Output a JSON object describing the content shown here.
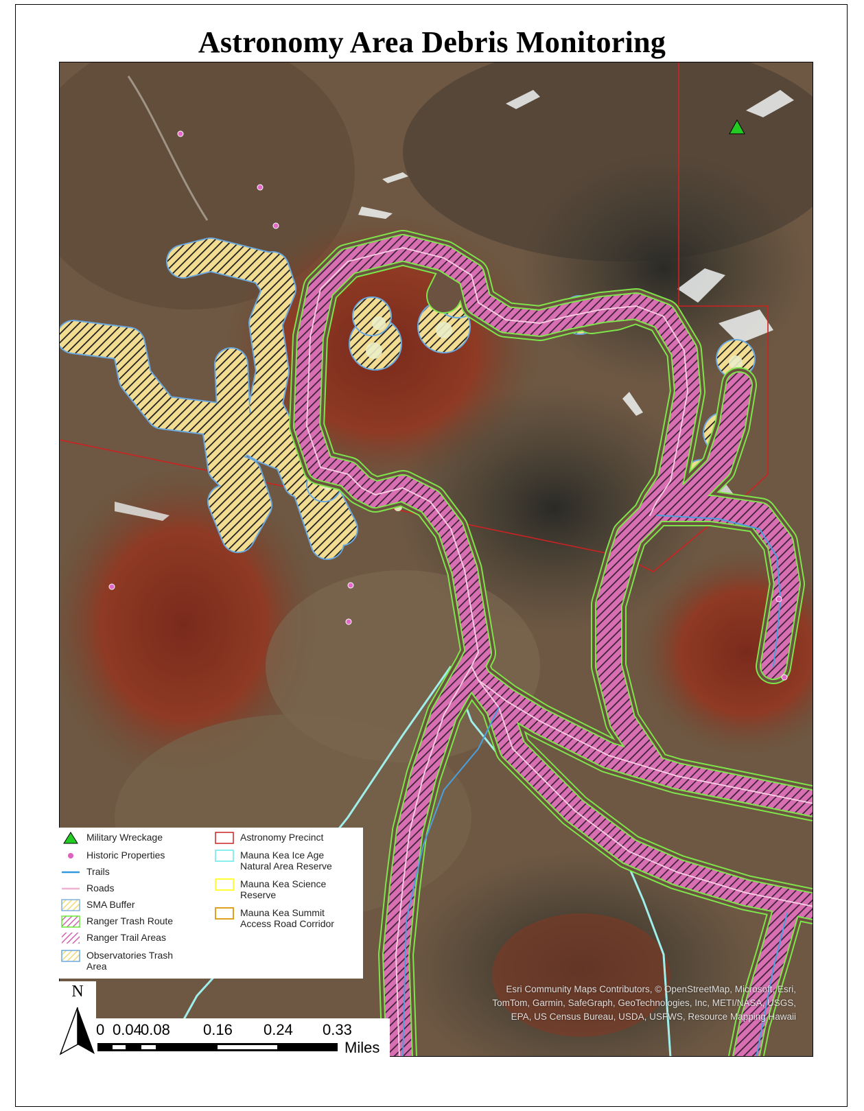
{
  "title": "Astronomy Area Debris Monitoring",
  "legend": {
    "left_column": [
      {
        "label": "Military Wreckage",
        "symbol": "triangle-icon",
        "color": "#22cc22"
      },
      {
        "label": "Historic Properties",
        "symbol": "dot-icon",
        "color": "#e060c0"
      },
      {
        "label": "Trails",
        "symbol": "line-icon",
        "color": "#3399dd"
      },
      {
        "label": "Roads",
        "symbol": "line-icon",
        "color": "#f0b0d0"
      },
      {
        "label": "SMA Buffer",
        "symbol": "hatch-yellow-icon",
        "color": "#7fb2e0"
      },
      {
        "label": "Ranger Trash Route",
        "symbol": "hatch-pink-icon",
        "color": "#66ee33"
      },
      {
        "label": "Ranger Trail Areas",
        "symbol": "hatch-pink-light-icon",
        "color": "#c080d0"
      },
      {
        "label": "Observatories Trash\nArea",
        "symbol": "hatch-yellow-icon",
        "color": "#6aa8e0"
      }
    ],
    "right_column": [
      {
        "label": "Astronomy Precinct",
        "symbol": "outline-box-icon",
        "color": "#cc2222"
      },
      {
        "label": "Mauna Kea Ice Age\nNatural Area Reserve",
        "symbol": "outline-box-icon",
        "color": "#88eeee"
      },
      {
        "label": "Mauna Kea Science\nReserve",
        "symbol": "outline-box-icon",
        "color": "#ffff33"
      },
      {
        "label": "Mauna Kea Summit\nAccess Road Corridor",
        "symbol": "outline-box-icon",
        "color": "#e0a020"
      }
    ]
  },
  "north_arrow": {
    "label": "N"
  },
  "scale_bar": {
    "ticks": [
      "0",
      "0.04",
      "0.08",
      "0.16",
      "0.24",
      "0.33"
    ],
    "units": "Miles"
  },
  "attribution": [
    "Esri Community Maps Contributors, © OpenStreetMap, Microsoft, Esri,",
    "TomTom, Garmin, SafeGraph, GeoTechnologies, Inc, METI/NASA, USGS,",
    "EPA, US Census Bureau, USDA, USFWS, Resource Mapping Hawaii"
  ]
}
